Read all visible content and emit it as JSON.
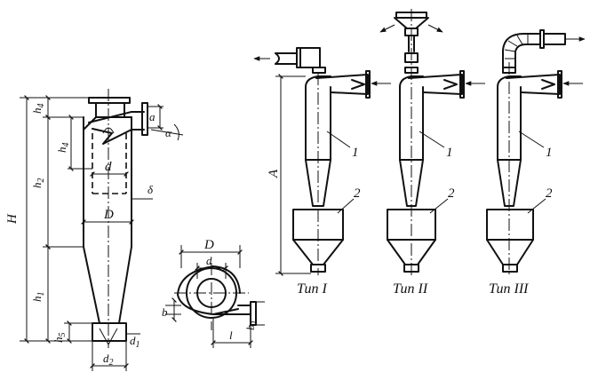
{
  "labels": {
    "H": "H",
    "h1": "h",
    "h1_sub": "1",
    "h2": "h",
    "h2_sub": "2",
    "h4": "h",
    "h4_sub": "4",
    "h4b": "h",
    "h4b_sub": "4",
    "h5": "h",
    "h5_sub": "5",
    "d": "d",
    "D": "D",
    "d1": "d",
    "d1_sub": "1",
    "d2": "d",
    "d2_sub": "2",
    "a": "a",
    "alpha": "α",
    "delta": "δ",
    "plan_D": "D",
    "plan_d": "d",
    "b": "b",
    "b1": "b",
    "b1_sub": "1",
    "l": "l",
    "A": "A"
  },
  "types": [
    {
      "caption": "Тип I",
      "part1": "1",
      "part2": "2"
    },
    {
      "caption": "Тип II",
      "part1": "1",
      "part2": "2"
    },
    {
      "caption": "Тип III",
      "part1": "1",
      "part2": "2"
    }
  ]
}
